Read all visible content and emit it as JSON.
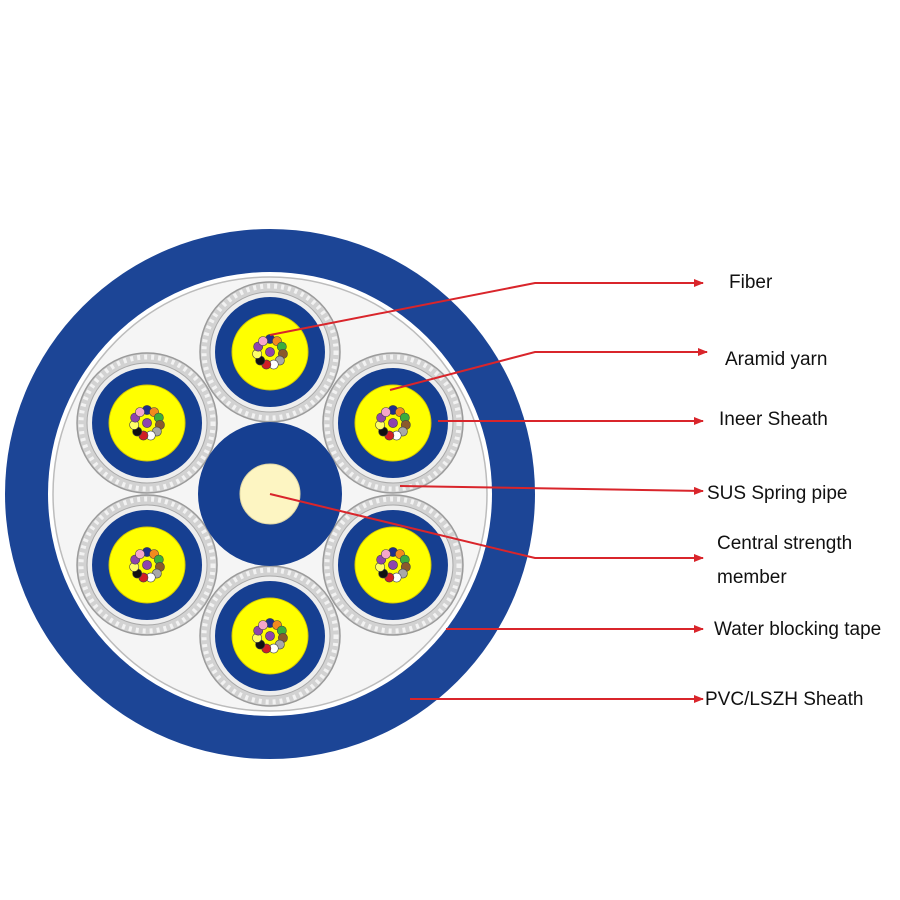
{
  "labels": {
    "fiber": "Fiber",
    "aramid_yarn": "Aramid yarn",
    "inner_sheath": "Ineer Sheath",
    "spring_pipe": "SUS Spring pipe",
    "central_member": "Central strength member",
    "water_blocking": "Water blocking tape",
    "outer_sheath": "PVC/LSZH Sheath"
  },
  "colors": {
    "outer_sheath": "#1c4596",
    "inner_fill": "#f4f4f4",
    "tube_sheath": "#163f91",
    "fiber_core": "#ffff00",
    "steel": "#cccccc",
    "central_member": "#fdf5c2",
    "arrow": "#d9252b"
  },
  "fiber_colors": [
    "#1f2f8c",
    "#f28a1e",
    "#3cad3c",
    "#8b5a2b",
    "#a8a8a8",
    "#ffffff",
    "#d01f26",
    "#111111",
    "#ffff66",
    "#8e44ad",
    "#f5a6c9",
    "#66c7e8"
  ]
}
